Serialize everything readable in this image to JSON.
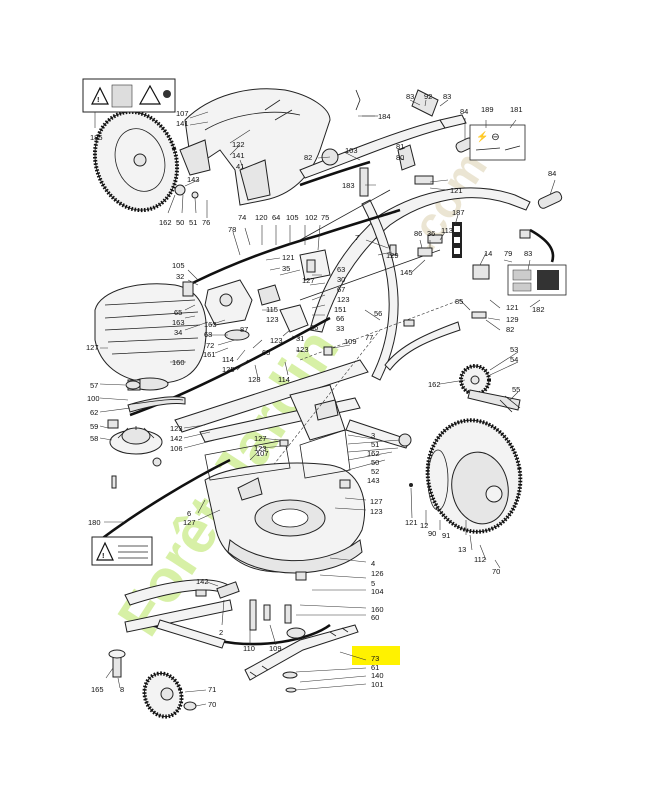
{
  "watermark": {
    "brand": "Forêt-Jardin",
    "tld": ".com"
  },
  "highlighted_part": "73",
  "labels": [
    "185",
    "107",
    "141",
    "122",
    "141",
    "41",
    "143",
    "162",
    "50",
    "51",
    "76",
    "82",
    "103",
    "81",
    "80",
    "183",
    "83",
    "92",
    "83",
    "184",
    "84",
    "189",
    "181",
    "84",
    "121",
    "187",
    "113",
    "86",
    "36",
    "14",
    "129",
    "145",
    "7",
    "79",
    "83",
    "85",
    "121",
    "129",
    "182",
    "82",
    "74",
    "120",
    "64",
    "105",
    "102",
    "75",
    "78",
    "121",
    "35",
    "127",
    "63",
    "30",
    "67",
    "123",
    "151",
    "66",
    "33",
    "36",
    "56",
    "77",
    "105",
    "32",
    "65",
    "163",
    "34",
    "163",
    "68",
    "115",
    "123",
    "87",
    "72",
    "161",
    "65",
    "123",
    "31",
    "123",
    "109",
    "114",
    "125",
    "128",
    "114",
    "127",
    "57",
    "100",
    "62",
    "160",
    "59",
    "58",
    "53",
    "54",
    "162",
    "55",
    "123",
    "142",
    "106",
    "127",
    "123",
    "3",
    "51",
    "162",
    "50",
    "52",
    "143",
    "107",
    "6",
    "127",
    "127",
    "123",
    "180",
    "121",
    "12",
    "90",
    "91",
    "13",
    "112",
    "70",
    "142",
    "2",
    "110",
    "109",
    "4",
    "126",
    "5",
    "104",
    "160",
    "60",
    "73",
    "61",
    "140",
    "101",
    "165",
    "8",
    "71",
    "70"
  ],
  "warning_labels": [
    "185",
    "180",
    "181",
    "182",
    "184",
    "187"
  ]
}
